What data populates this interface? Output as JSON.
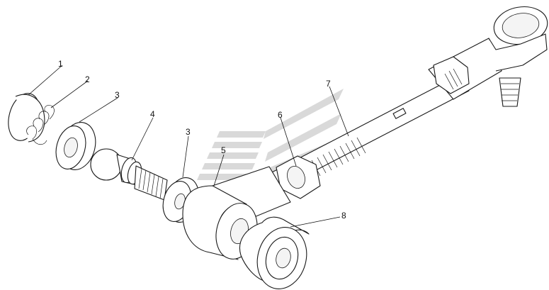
{
  "diagram": {
    "callouts": [
      {
        "id": "c1",
        "label": "1"
      },
      {
        "id": "c2",
        "label": "2"
      },
      {
        "id": "c3a",
        "label": "3"
      },
      {
        "id": "c4",
        "label": "4"
      },
      {
        "id": "c3b",
        "label": "3"
      },
      {
        "id": "c5",
        "label": "5"
      },
      {
        "id": "c6",
        "label": "6"
      },
      {
        "id": "c7",
        "label": "7"
      },
      {
        "id": "c8",
        "label": "8"
      }
    ],
    "watermark_color": "#d9d9d9",
    "line_color": "#1a1a1a"
  }
}
